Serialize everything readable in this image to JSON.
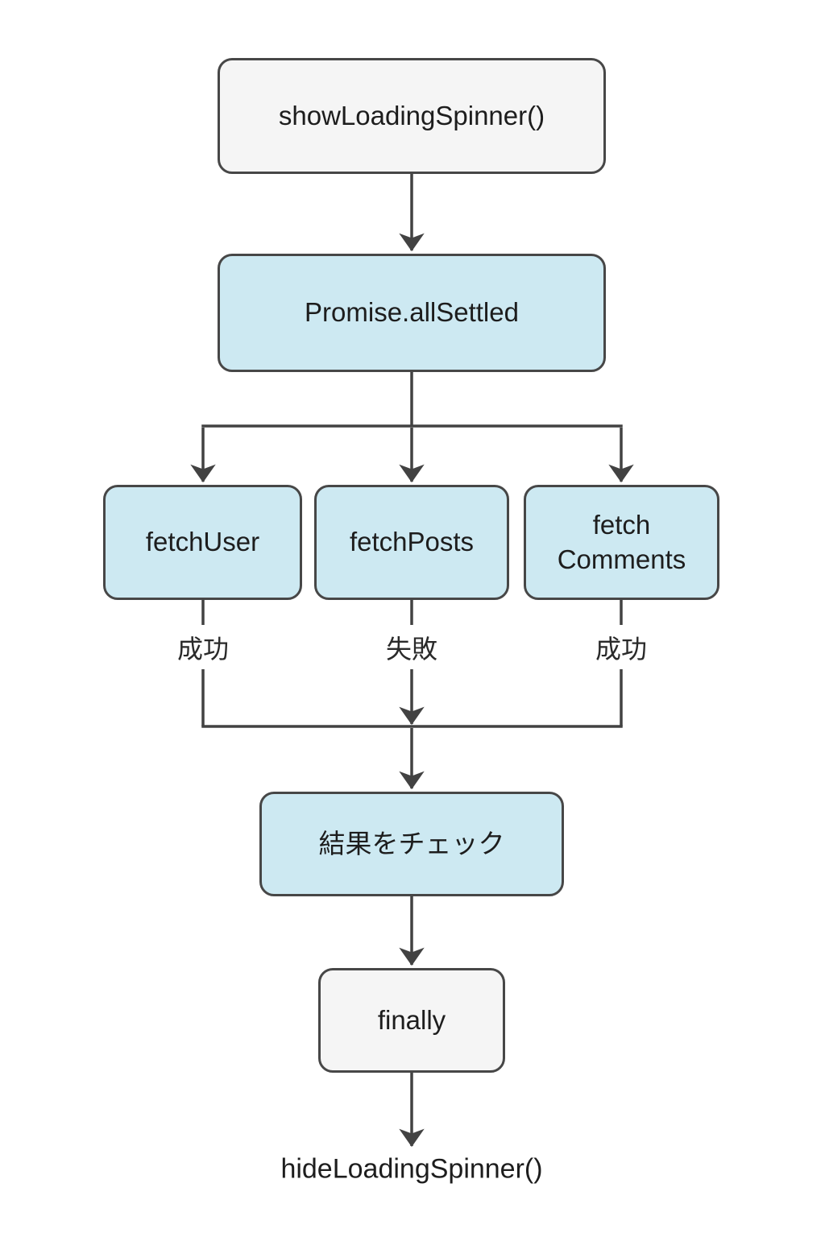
{
  "diagram": {
    "nodes": {
      "show_spinner": {
        "label": "showLoadingSpinner()",
        "style": "gray"
      },
      "promise_all_settled": {
        "label": "Promise.allSettled",
        "style": "blue"
      },
      "fetch_user": {
        "label": "fetchUser",
        "style": "blue"
      },
      "fetch_posts": {
        "label": "fetchPosts",
        "style": "blue"
      },
      "fetch_comments": {
        "label": "fetch Comments",
        "style": "blue"
      },
      "check_results": {
        "label": "結果をチェック",
        "style": "blue"
      },
      "finally_block": {
        "label": "finally",
        "style": "gray"
      },
      "hide_spinner": {
        "label": "hideLoadingSpinner()",
        "style": "text"
      }
    },
    "edge_labels": {
      "fetch_user_result": "成功",
      "fetch_posts_result": "失敗",
      "fetch_comments_result": "成功"
    },
    "colors": {
      "node_blue_fill": "#cde9f2",
      "node_gray_fill": "#f5f5f5",
      "node_border": "#474747",
      "edge_stroke": "#424242",
      "text": "#1d1d1d",
      "background": "#ffffff"
    }
  }
}
